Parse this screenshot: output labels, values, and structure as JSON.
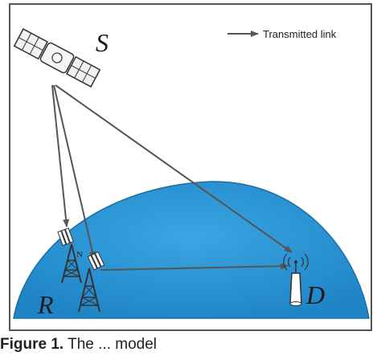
{
  "legend": {
    "label": "Transmitted link"
  },
  "nodes": {
    "satellite": {
      "label": "S"
    },
    "relay": {
      "label": "R",
      "index_label": "N"
    },
    "destination": {
      "label": "D"
    }
  },
  "caption": {
    "label": "Figure 1.",
    "text": "The ... model"
  },
  "colors": {
    "sky": "#ffffff",
    "earth": "#2e98d8",
    "earth_edge": "#1b6f9f",
    "link": "#555555"
  }
}
